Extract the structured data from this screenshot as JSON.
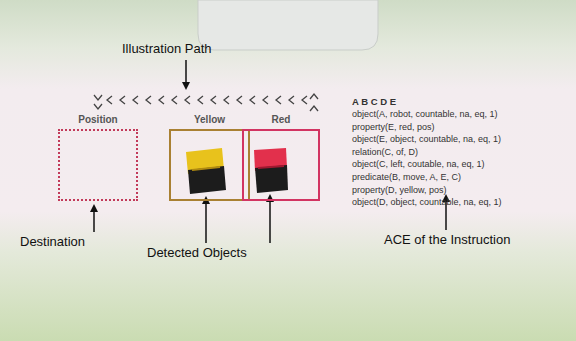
{
  "diagram": {
    "nodes": [
      {
        "text": [
          "Position"
        ]
      },
      {
        "text": [
          "Yellow"
        ]
      },
      {
        "text": [
          "Red"
        ]
      }
    ],
    "edges": [
      {
        "from": 2,
        "to": 0,
        "arrow": "to"
      }
    ],
    "labels": [
      "Illustration Path",
      "Destination",
      "Detected Objects",
      "ACE of the Instruction",
      "A B C D E",
      "object(A, robot, countable, na, eq, 1)",
      "property(E, red, pos)",
      "object(E, object, countable, na, eq, 1)",
      "relation(C, of, D)",
      "object(C, left, coutable, na, eq, 1)",
      "predicate(B, move, A, E, C)",
      "property(D, yellow, pos)",
      "object(D, object, countable, na, eq, 1)"
    ]
  }
}
